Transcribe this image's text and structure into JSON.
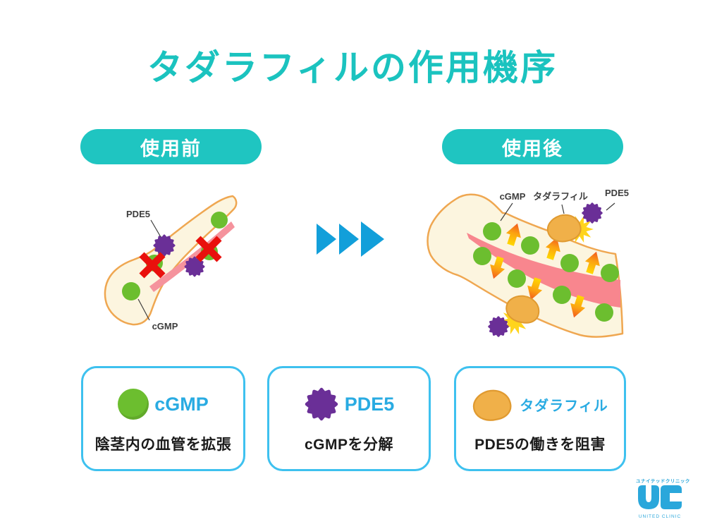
{
  "title": "タダラフィルの作用機序",
  "before": {
    "label": "使用前",
    "pde5_label": "PDE5",
    "cgmp_label": "cGMP"
  },
  "after": {
    "label": "使用後",
    "cgmp_label": "cGMP",
    "tadalafil_label": "タダラフィル",
    "pde5_label": "PDE5"
  },
  "legend": [
    {
      "name": "cGMP",
      "icon": "green-circle-icon",
      "description": "陰茎内の血管を拡張"
    },
    {
      "name": "PDE5",
      "icon": "purple-gear-icon",
      "description": "cGMPを分解"
    },
    {
      "name": "タダラフィル",
      "icon": "orange-egg-icon",
      "description": "PDE5の働きを阻害"
    }
  ],
  "logo": {
    "jp": "ユナイテッドクリニック",
    "abbr": "UC",
    "en": "UNITED CLINIC"
  },
  "colors": {
    "teal": "#1FC5C1",
    "accent_blue": "#29ABE2",
    "card_border": "#3EC1EF",
    "cgmp_green": "#6CBE2F",
    "pde5_purple": "#6A2F97",
    "tadalafil_orange": "#F0B049",
    "block_red": "#E9100D",
    "arrow_blue": "#129FDA",
    "tissue_cream": "#FCF5DF",
    "tissue_outline": "#EFA751",
    "vessel_pink": "#F8868E"
  }
}
